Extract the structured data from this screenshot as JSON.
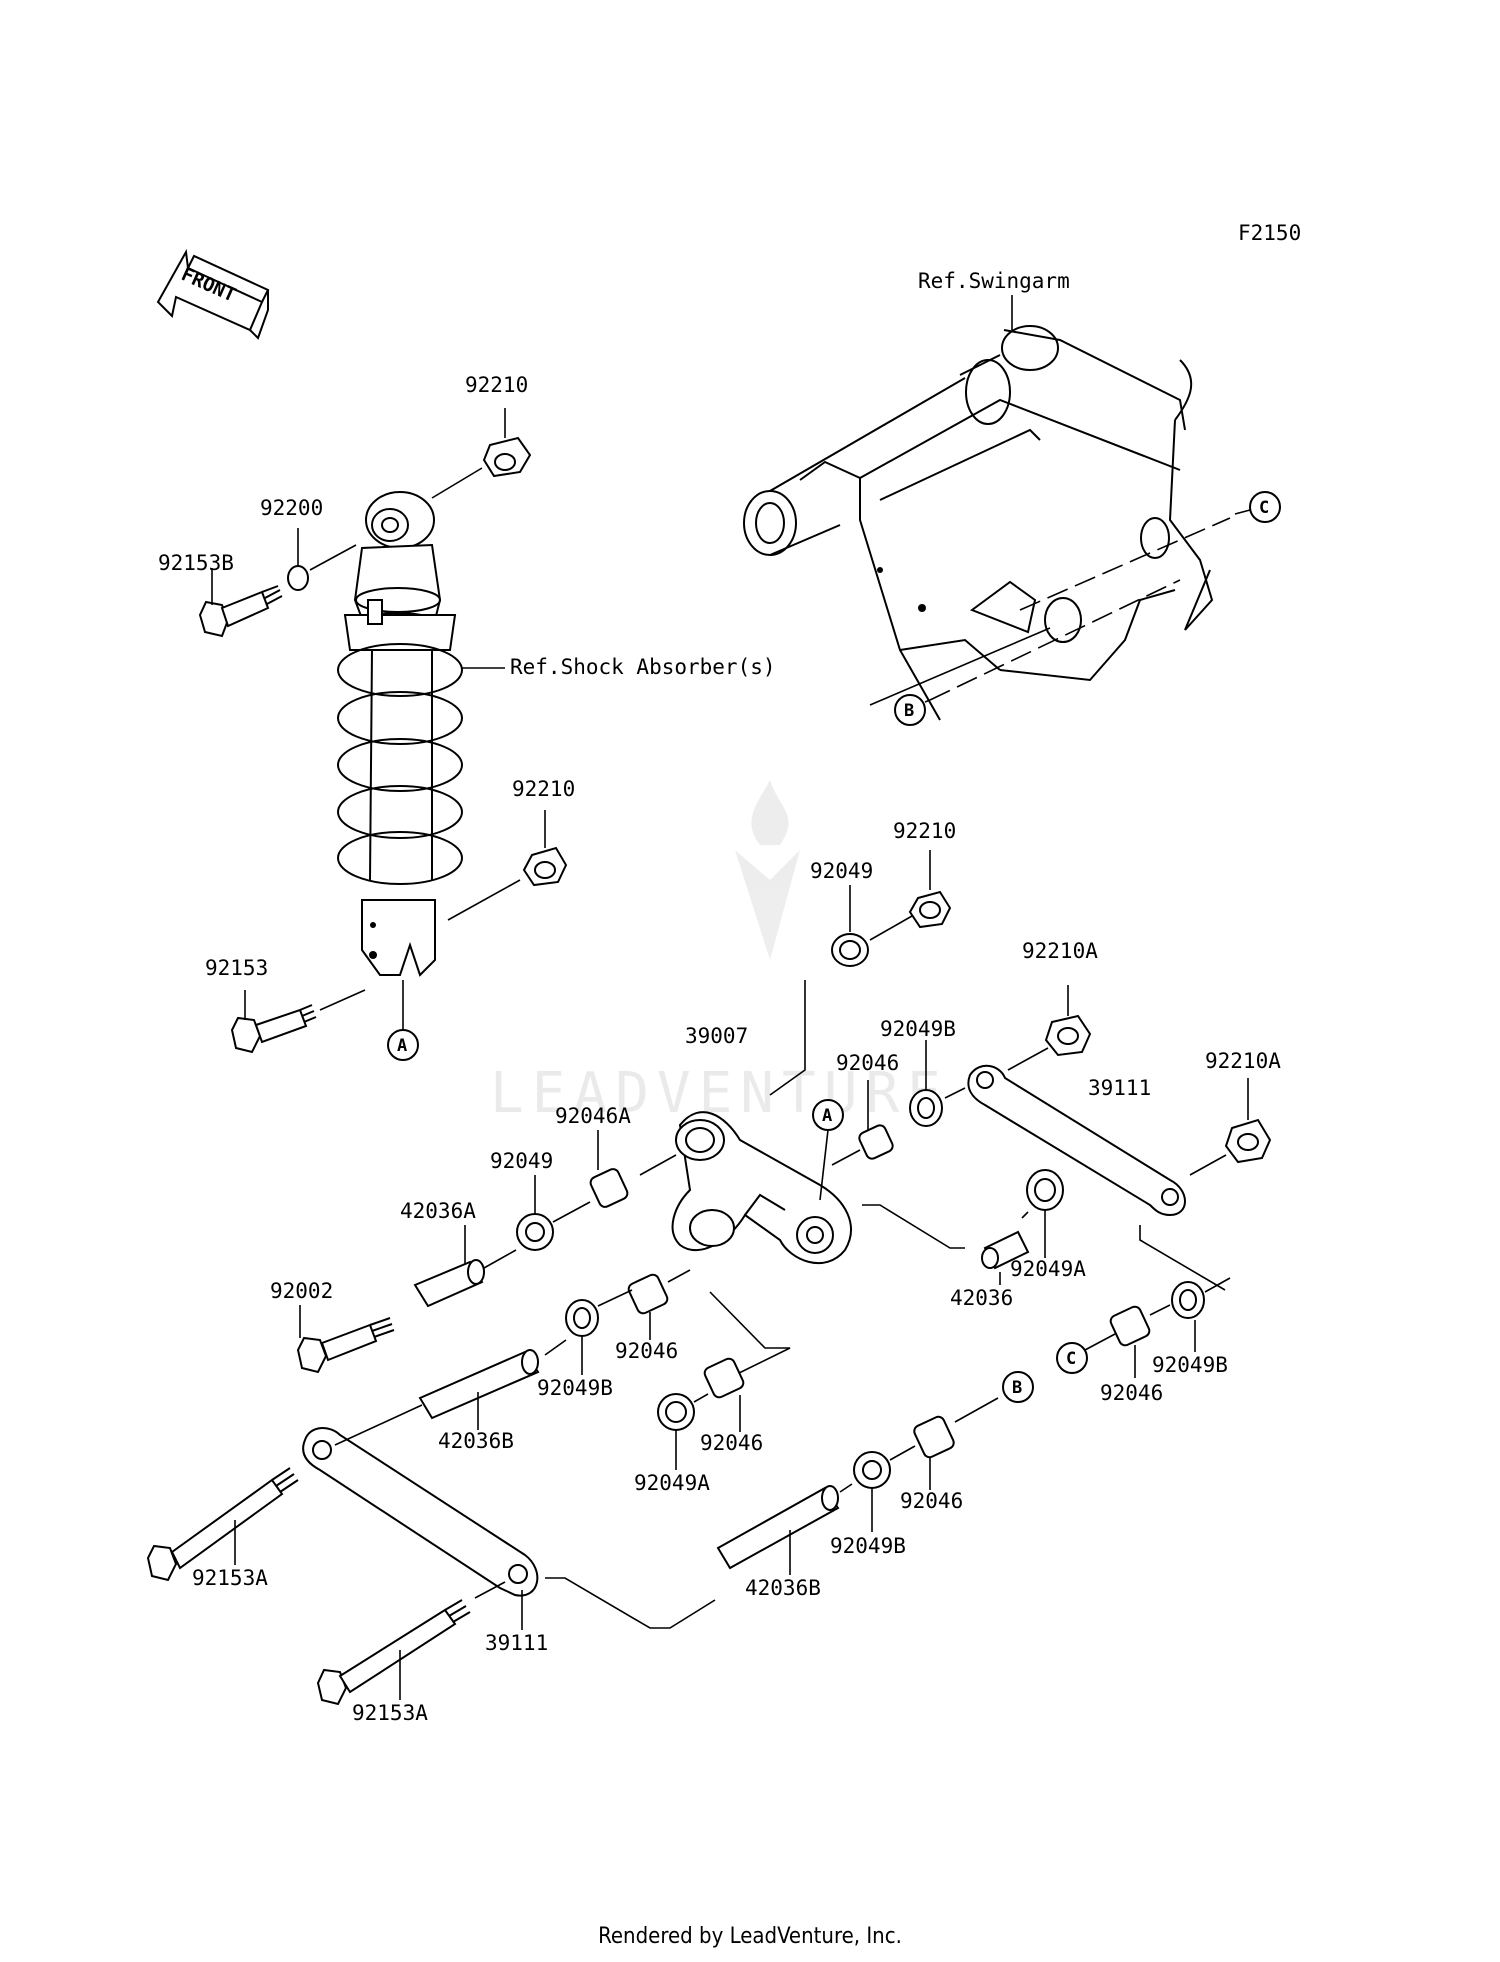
{
  "figure_code": "F2150",
  "front_label": "FRONT",
  "refs": {
    "swingarm": "Ref.Swingarm",
    "shock": "Ref.Shock Absorber(s)"
  },
  "watermark": "LEADVENTURE",
  "footer": "Rendered by LeadVenture, Inc.",
  "callouts": {
    "A": "A",
    "B": "B",
    "C": "C"
  },
  "parts": {
    "p92210_top": "92210",
    "p92200": "92200",
    "p92153B": "92153B",
    "p92210_mid": "92210",
    "p92153": "92153",
    "p92210_link": "92210",
    "p92049_top": "92049",
    "p92210A_1": "92210A",
    "p92210A_2": "92210A",
    "p92049B_1": "92049B",
    "p92046_1": "92046",
    "p39007": "39007",
    "p39111_r": "39111",
    "p92046A": "92046A",
    "p92049_l": "92049",
    "p42036A": "42036A",
    "p92002": "92002",
    "p92049A_1": "92049A",
    "p42036": "42036",
    "p92046_2": "92046",
    "p92049B_2": "92049B",
    "p92049B_3": "92049B",
    "p92046_3": "92046",
    "p42036B_1": "42036B",
    "p92046_4": "92046",
    "p92049A_2": "92049A",
    "p92046_5": "92046",
    "p92153A_1": "92153A",
    "p92049B_4": "92049B",
    "p42036B_2": "42036B",
    "p39111_l": "39111",
    "p92153A_2": "92153A"
  }
}
